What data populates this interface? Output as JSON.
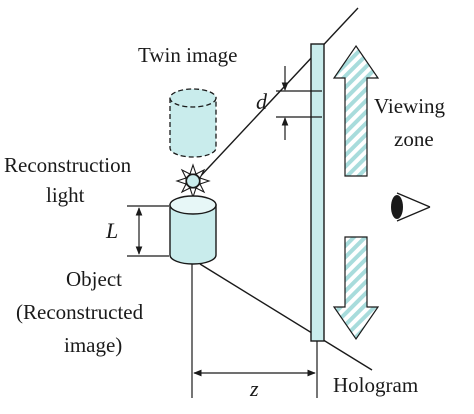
{
  "labels": {
    "twin_image": "Twin image",
    "d": "d",
    "viewing_zone_line1": "Viewing",
    "viewing_zone_line2": "zone",
    "reconstruction_line1": "Reconstruction",
    "reconstruction_line2": "light",
    "L": "L",
    "object_line1": "Object",
    "object_line2": "(Reconstructed",
    "object_line3": "image)",
    "z": "z",
    "hologram": "Hologram"
  },
  "colors": {
    "line": "#1a1a1a",
    "fill_cyan": "#c9ecec",
    "hatch": "#a8dcdc",
    "arrow_fill": "#f4fbfb"
  },
  "icons": {
    "light_source": "starburst-icon",
    "viewer": "eye-icon"
  }
}
